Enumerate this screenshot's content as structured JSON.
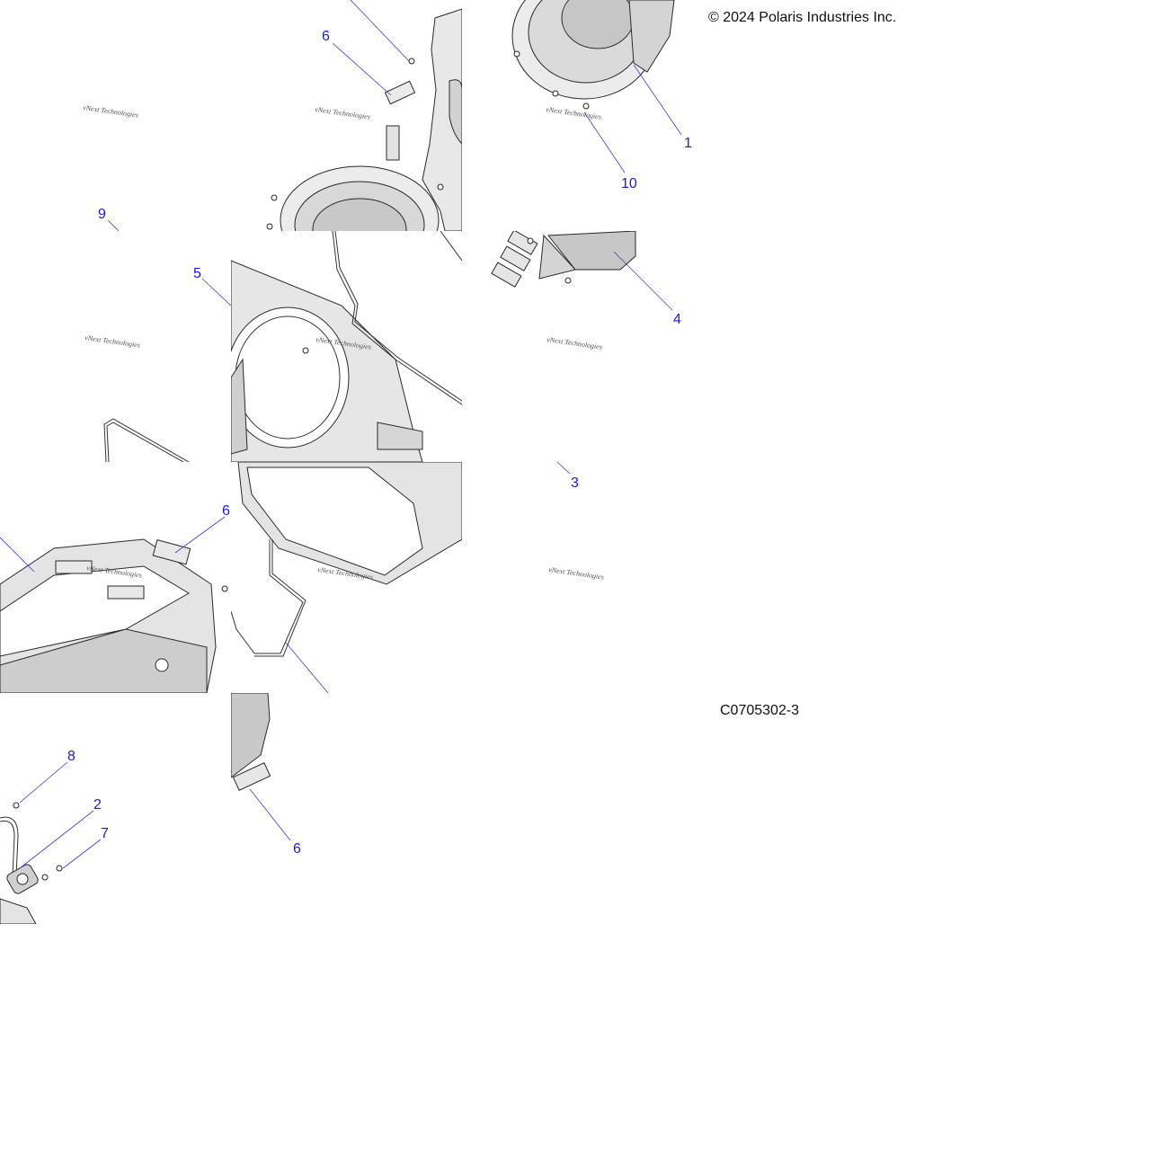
{
  "copyright": "© 2024 Polaris Industries Inc.",
  "figure_code": "C0705302-3",
  "watermark_text": "vNext Technologies",
  "callouts": [
    "6",
    "1",
    "10",
    "9",
    "5",
    "4",
    "3",
    "6",
    "8",
    "2",
    "7",
    "6"
  ],
  "colors": {
    "callout": "#1a1ad6",
    "leader": "#3b3bd9",
    "part_fill": "#e6e6e6",
    "part_shade": "#c4c4c4"
  }
}
